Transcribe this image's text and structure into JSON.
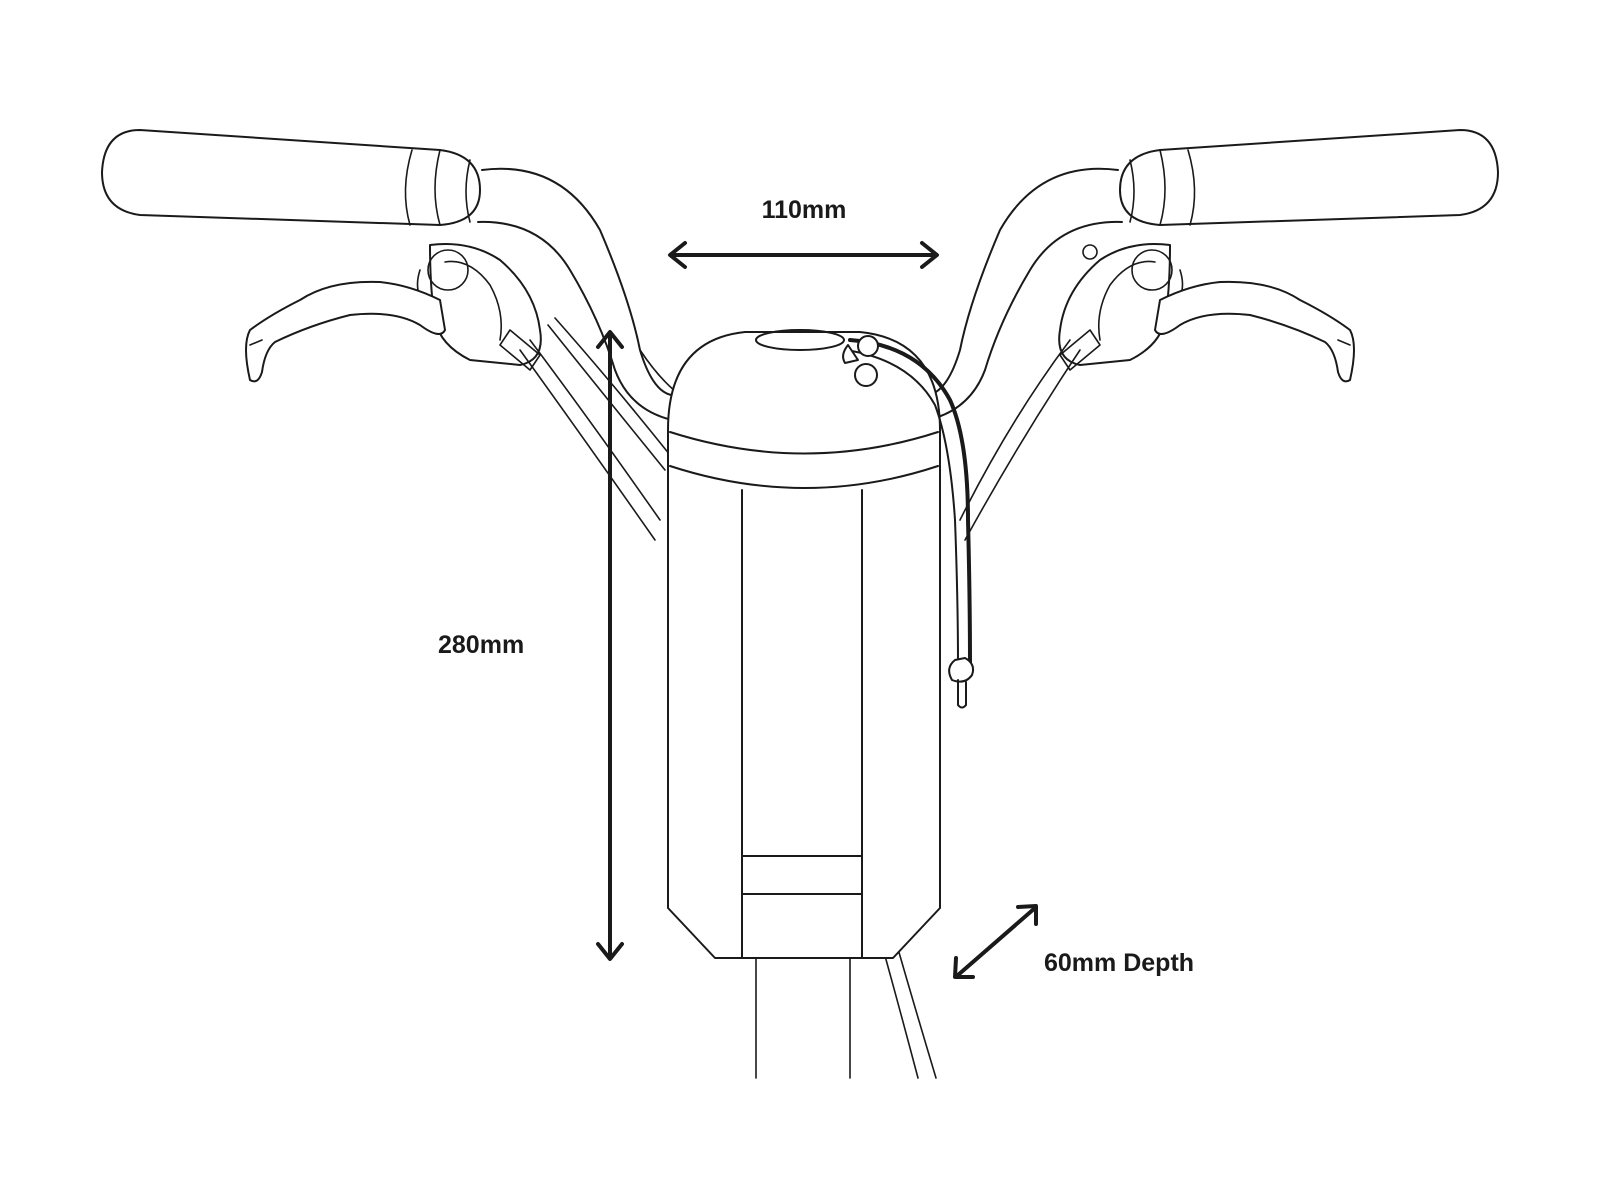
{
  "dimensions": {
    "width_label": "110mm",
    "height_label": "280mm",
    "depth_label": "60mm Depth"
  },
  "colors": {
    "line": "#1a1a1a",
    "background": "#ffffff"
  }
}
